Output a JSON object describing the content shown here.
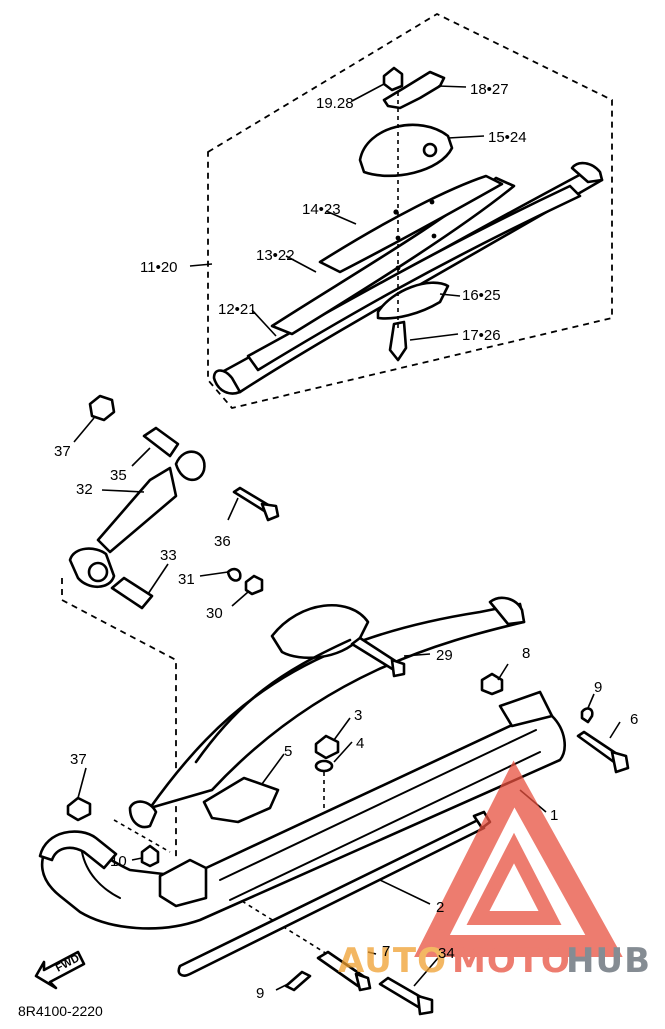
{
  "diagram_code": "8R4100-2220",
  "arrow_text": "FWD",
  "watermark": {
    "text_left": "AUTO",
    "text_mid": "MOTO",
    "text_right": "HUB",
    "color_red": "#e8513f",
    "color_orange": "#f0a030",
    "color_gray": "#5d6670"
  },
  "callouts": {
    "c1928": "19.28",
    "c1827": "18•27",
    "c1524": "15•24",
    "c1423": "14•23",
    "c1322": "13•22",
    "c1120": "11•20",
    "c1221": "12•21",
    "c1625": "16•25",
    "c1726": "17•26",
    "c37a": "37",
    "c35": "35",
    "c32": "32",
    "c36": "36",
    "c33": "33",
    "c31": "31",
    "c30": "30",
    "c29": "29",
    "c8": "8",
    "c9a": "9",
    "c6": "6",
    "c3": "3",
    "c4": "4",
    "c5": "5",
    "c37b": "37",
    "c1": "1",
    "c10": "10",
    "c2": "2",
    "c7": "7",
    "c34": "34",
    "c9b": "9"
  }
}
